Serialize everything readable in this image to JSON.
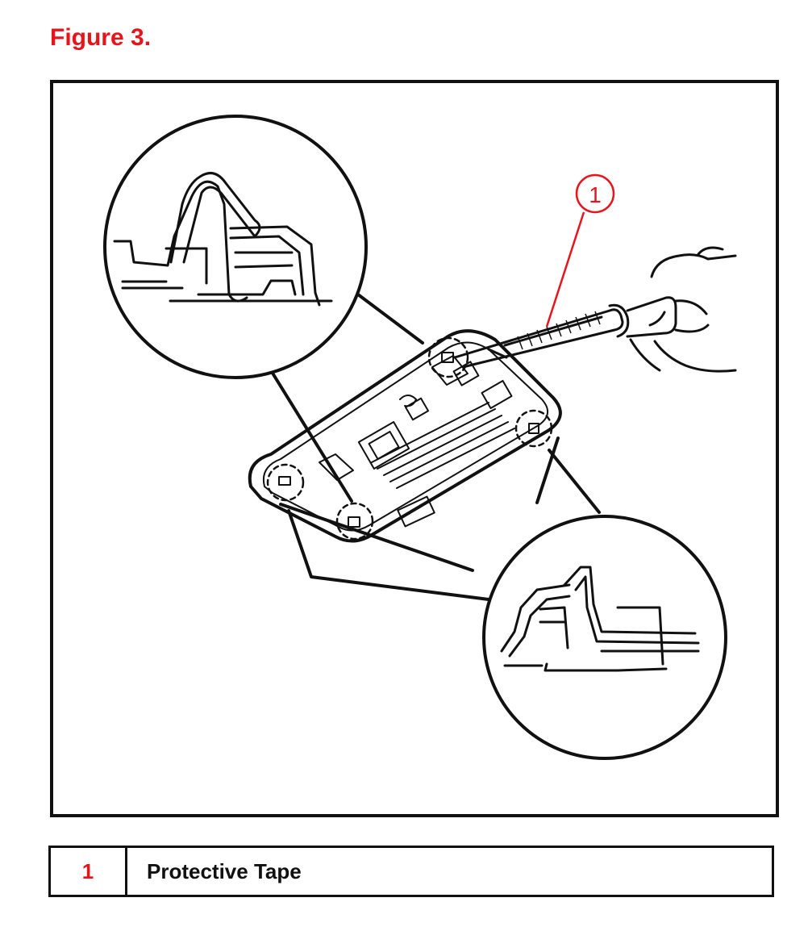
{
  "figure": {
    "title": "Figure 3.",
    "callout_number": "1",
    "accent_color": "#e8141b"
  },
  "legend": {
    "rows": [
      {
        "number": "1",
        "description": "Protective Tape"
      }
    ]
  }
}
